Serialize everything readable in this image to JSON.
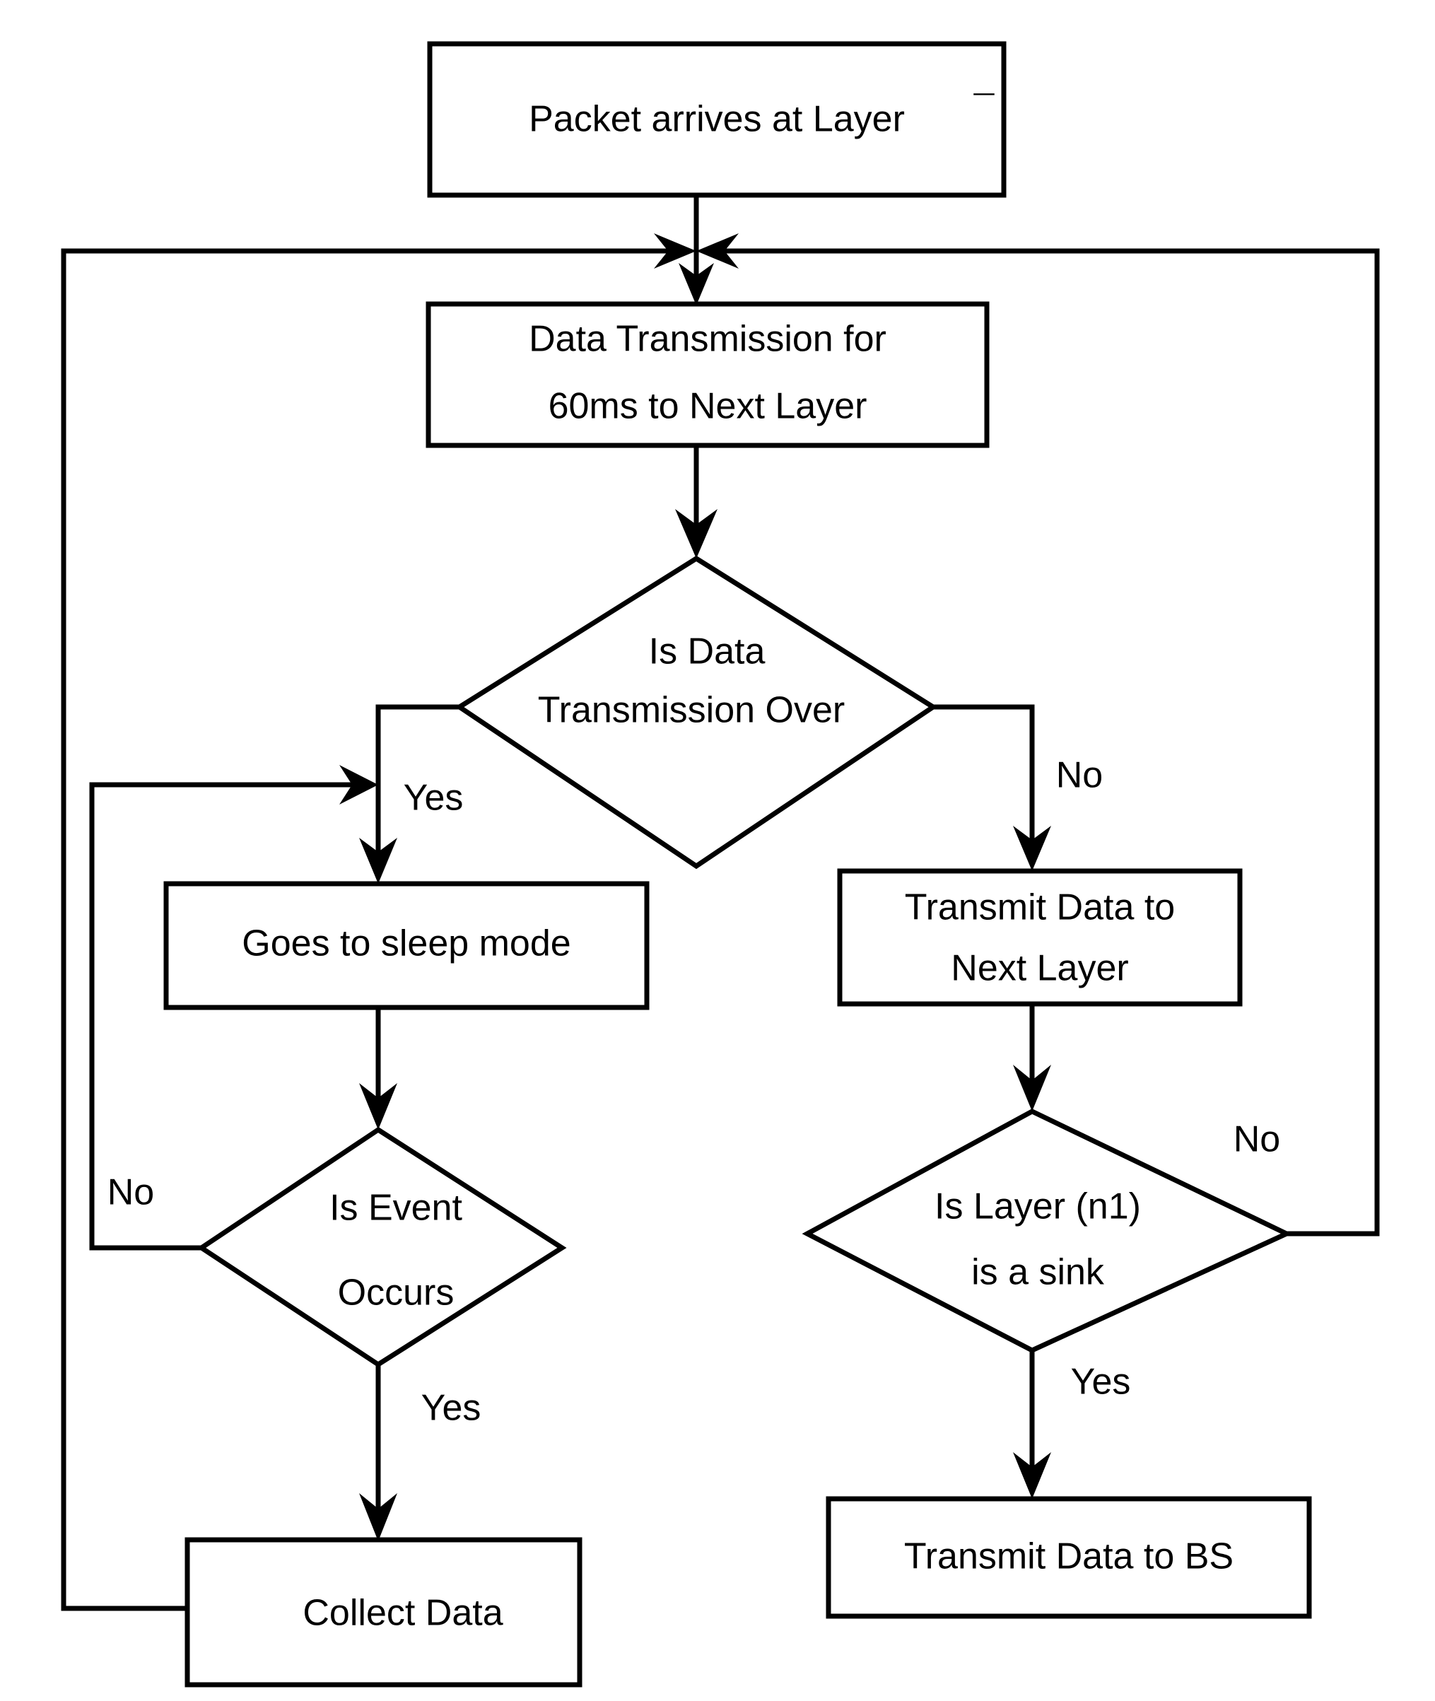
{
  "diagram": {
    "title": "Layered data transmission and sleep-mode flowchart",
    "colors": {
      "stroke": "#000000",
      "fill": "#ffffff",
      "text": "#000000"
    },
    "nodes": [
      {
        "id": "start",
        "type": "process",
        "label": "Packet arrives at Layer",
        "label_suffix": "¯"
      },
      {
        "id": "transmit60",
        "type": "process",
        "line1": "Data Transmission for",
        "line2": "60ms to Next Layer"
      },
      {
        "id": "isover",
        "type": "decision",
        "line1": "Is Data",
        "line2": "Transmission Over"
      },
      {
        "id": "sleep",
        "type": "process",
        "label": "Goes to sleep mode"
      },
      {
        "id": "transmitnext",
        "type": "process",
        "line1": "Transmit Data to",
        "line2": "Next Layer"
      },
      {
        "id": "isevent",
        "type": "decision",
        "line1": "Is Event",
        "line2": "Occurs"
      },
      {
        "id": "issink",
        "type": "decision",
        "line1": "Is Layer (n1)",
        "line2": "is a sink"
      },
      {
        "id": "collect",
        "type": "process",
        "label": "Collect Data"
      },
      {
        "id": "tobs",
        "type": "process",
        "label": "Transmit Data to BS"
      }
    ],
    "edge_labels": {
      "isover_yes": "Yes",
      "isover_no": "No",
      "isevent_no": "No",
      "isevent_yes": "Yes",
      "issink_no": "No",
      "issink_yes": "Yes"
    }
  }
}
